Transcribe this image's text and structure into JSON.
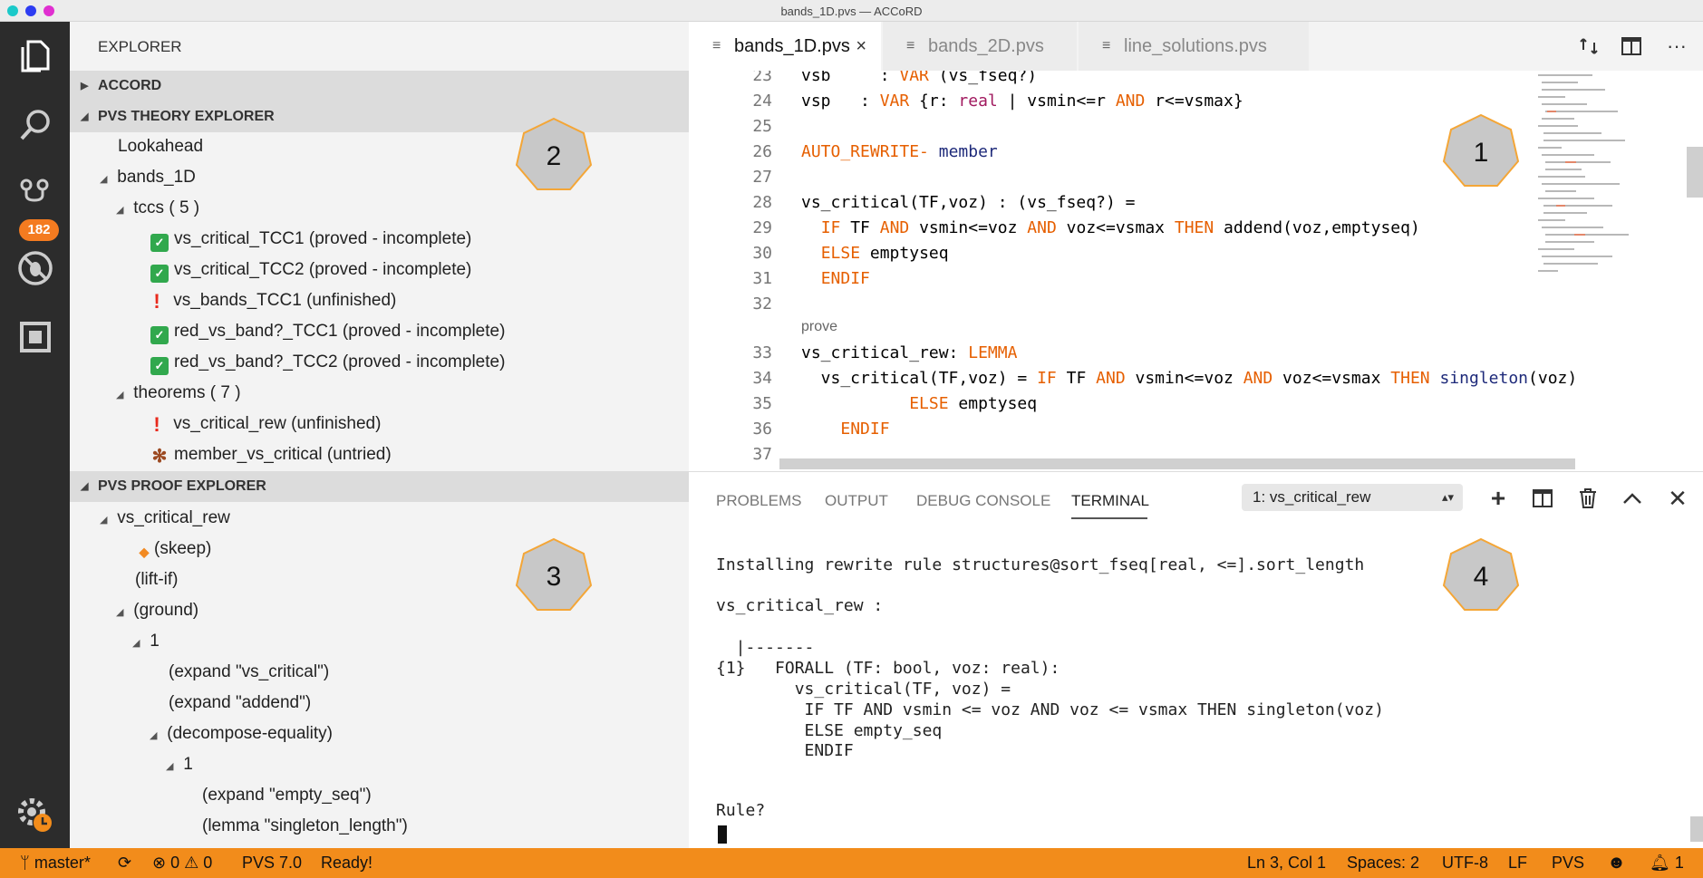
{
  "window": {
    "title": "bands_1D.pvs — ACCoRD"
  },
  "activity": {
    "badge": "182"
  },
  "sidebar": {
    "header": "EXPLORER",
    "accord": "ACCORD",
    "theory_explorer": "PVS THEORY EXPLORER",
    "proof_explorer": "PVS PROOF EXPLORER",
    "theory_items": {
      "lookahead": "Lookahead",
      "bands": "bands_1D",
      "tccs": "tccs ( 5 )",
      "tcc1": "vs_critical_TCC1 (proved - incomplete)",
      "tcc2": "vs_critical_TCC2 (proved - incomplete)",
      "tcc3": "vs_bands_TCC1 (unfinished)",
      "tcc4": "red_vs_band?_TCC1 (proved - incomplete)",
      "tcc5": "red_vs_band?_TCC2 (proved - incomplete)",
      "theorems": "theorems ( 7 )",
      "thm1": "vs_critical_rew (unfinished)",
      "thm2": "member_vs_critical (untried)"
    },
    "proof_items": {
      "root": "vs_critical_rew",
      "p1": "(skeep)",
      "p2": "(lift-if)",
      "p3": "(ground)",
      "p4": "1",
      "p5": "(expand \"vs_critical\")",
      "p6": "(expand \"addend\")",
      "p7": "(decompose-equality)",
      "p8": "1",
      "p9": "(expand \"empty_seq\")",
      "p10": "(lemma \"singleton_length\")"
    }
  },
  "markers": {
    "m1": "1",
    "m2": "2",
    "m3": "3",
    "m4": "4"
  },
  "editor": {
    "tabs": {
      "t1": "bands_1D.pvs",
      "t2": "bands_2D.pvs",
      "t3": "line_solutions.pvs"
    },
    "lines": {
      "n23": "23",
      "n24": "24",
      "n25": "25",
      "n26": "26",
      "n27": "27",
      "n28": "28",
      "n29": "29",
      "n30": "30",
      "n31": "31",
      "n32": "32",
      "n33": "33",
      "n34": "34",
      "n35": "35",
      "n36": "36",
      "n37": "37"
    },
    "codelens": "prove"
  },
  "panel": {
    "tabs": {
      "problems": "PROBLEMS",
      "output": "OUTPUT",
      "debug": "DEBUG CONSOLE",
      "terminal": "TERMINAL"
    },
    "selected_terminal": "1: vs_critical_rew",
    "terminal_lines": {
      "l1": "Installing rewrite rule structures@sort_fseq[real, <=].sort_length",
      "l2": "vs_critical_rew :",
      "l3": "  |-------",
      "l4": "{1}   FORALL (TF: bool, voz: real):",
      "l5": "        vs_critical(TF, voz) =",
      "l6": "         IF TF AND vsmin <= voz AND voz <= vsmax THEN singleton(voz)",
      "l7": "         ELSE empty_seq",
      "l8": "         ENDIF",
      "l9": "Rule?"
    }
  },
  "statusbar": {
    "branch": "master*",
    "errors": "0",
    "warnings": "0",
    "pvs_version": "PVS 7.0",
    "state": "Ready!",
    "position": "Ln 3, Col 1",
    "spaces": "Spaces: 2",
    "encoding": "UTF-8",
    "eol": "LF",
    "language": "PVS",
    "notifications": "1"
  },
  "colors": {
    "accent": "#f28c1b",
    "keyword": "#e65f00",
    "type": "#a11a5f",
    "check": "#31a84d",
    "error": "#e8291c"
  }
}
